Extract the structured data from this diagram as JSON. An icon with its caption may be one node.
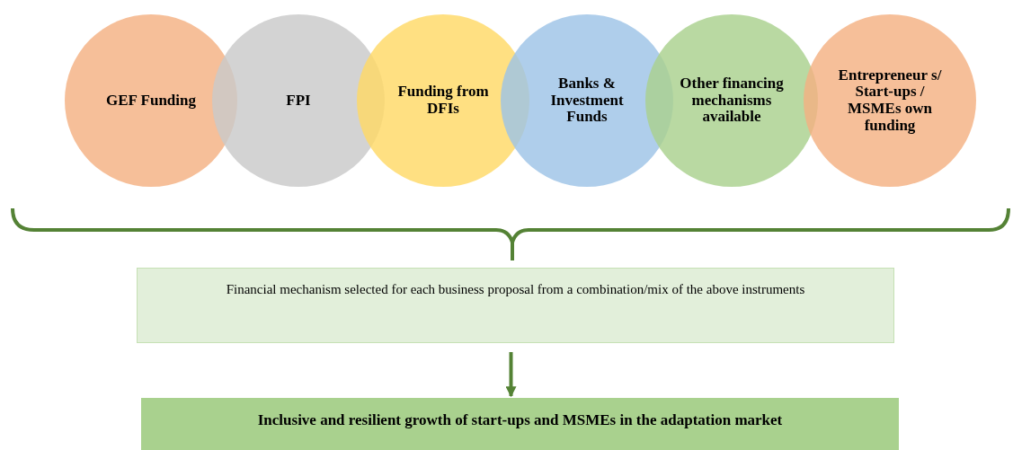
{
  "diagram": {
    "nodes": [
      {
        "text": [
          "GEF Funding"
        ]
      },
      {
        "text": [
          "FPI"
        ]
      },
      {
        "text": [
          "Funding from DFIs"
        ]
      },
      {
        "text": [
          "Banks & Investment Funds"
        ]
      },
      {
        "text": [
          "Other financing mechanisms available"
        ]
      },
      {
        "text": [
          "Entrepreneur s/ Start-ups / MSMEs own funding"
        ]
      },
      {
        "text": [
          "Financial mechanism selected for each business proposal from a combination/mix of the above instruments"
        ]
      },
      {
        "text": [
          "Inclusive and resilient growth of start-ups and MSMEs in the adaptation market"
        ]
      }
    ],
    "edges": [
      {
        "from": 6,
        "to": 7,
        "arrow": "to"
      }
    ]
  }
}
